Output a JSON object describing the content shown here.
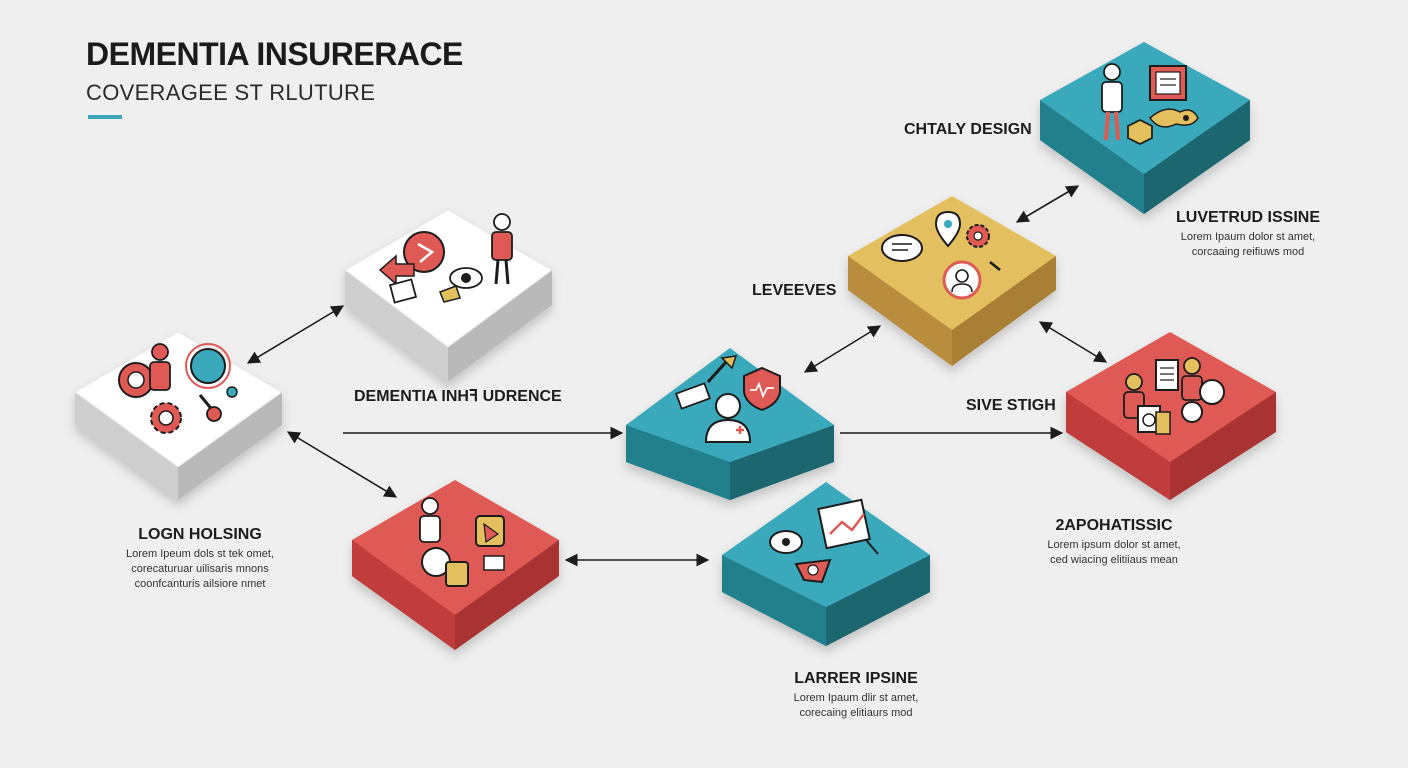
{
  "header": {
    "title": "DEMENTIA INSURERACE",
    "subtitle": "COVERAGEE ST RLUTURE"
  },
  "colors": {
    "background": "#eeefee",
    "accent": "#3aa6b8",
    "white_block": "#ffffff",
    "teal_block": "#3aa9bc",
    "red_block": "#e05a55",
    "yellow_block": "#e3bf5e"
  },
  "blocks": [
    {
      "id": "white-left",
      "color": "white",
      "icons": [
        "magnifier-icon",
        "person-icon",
        "globe-icon",
        "gear-icon",
        "wrench-icon"
      ]
    },
    {
      "id": "white-top",
      "color": "white",
      "icons": [
        "speech-bubble-icon",
        "arrow-icon",
        "document-icon",
        "person-icon",
        "eye-icon"
      ]
    },
    {
      "id": "red-bottom-left",
      "color": "red",
      "icons": [
        "person-icon",
        "folder-icon",
        "shield-icon",
        "lock-icon"
      ]
    },
    {
      "id": "teal-center",
      "color": "teal",
      "icons": [
        "person-icon",
        "shield-heart-icon",
        "document-icon",
        "pen-icon"
      ]
    },
    {
      "id": "teal-bottom",
      "color": "teal",
      "icons": [
        "chart-board-icon",
        "speech-bubble-icon",
        "medal-icon"
      ]
    },
    {
      "id": "yellow-mid",
      "color": "yellow",
      "icons": [
        "speech-bubble-icon",
        "location-pin-icon",
        "gear-icon",
        "magnifier-icon",
        "person-icon"
      ]
    },
    {
      "id": "teal-top-right",
      "color": "teal",
      "icons": [
        "person-icon",
        "document-board-icon",
        "package-icon",
        "key-icon"
      ]
    },
    {
      "id": "red-right",
      "color": "red",
      "icons": [
        "people-icon",
        "document-icon",
        "globe-icon",
        "speaker-icon"
      ]
    }
  ],
  "labels": {
    "dementia_incidence": "DEMENTIA INHꟻ UDRENCE",
    "leveeves": "LEVEEVES",
    "chtaly_design": "CHTALY DESIGN",
    "sive_stigh": "SIVE STIGH"
  },
  "captions": {
    "logn_holsing": {
      "title": "LOGN HOLSING",
      "lines": [
        "Lorem Ipeum dols st tek omet,",
        "corecaturuar uilisaris mnons",
        "coonfcanturis ailsiore nmet"
      ]
    },
    "luvetrud_issine": {
      "title": "LUVETRUD ISSINE",
      "lines": [
        "Lorem Ipaum dolor st amet,",
        "corcaaing reifiuws mod"
      ]
    },
    "apohatissic": {
      "title": "2APOHATISSIC",
      "lines": [
        "Lorem ipsum dolor st amet,",
        "ced wiacing elitiiaus mean"
      ]
    },
    "larrer_ipsine": {
      "title": "LARRER IPSINE",
      "lines": [
        "Lorem Ipaum dlir st amet,",
        "corecaing elitiaurs mod"
      ]
    }
  }
}
